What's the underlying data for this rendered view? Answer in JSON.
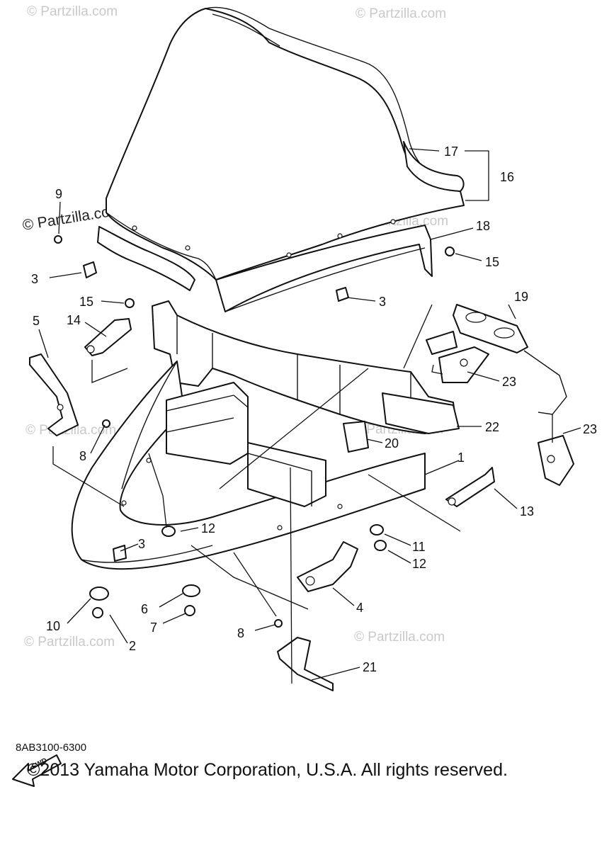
{
  "watermarks": {
    "text": "© Partzilla.com",
    "strong": "© Partzilla.com"
  },
  "callouts": [
    "1",
    "2",
    "3",
    "3",
    "3",
    "4",
    "5",
    "6",
    "7",
    "8",
    "8",
    "9",
    "10",
    "11",
    "12",
    "12",
    "13",
    "14",
    "15",
    "15",
    "16",
    "17",
    "18",
    "19",
    "20",
    "21",
    "22",
    "23",
    "23"
  ],
  "direction_label": "FWD",
  "part_code": "8AB3100-6300",
  "copyright": "©2013 Yamaha Motor Corporation, U.S.A. All rights reserved."
}
